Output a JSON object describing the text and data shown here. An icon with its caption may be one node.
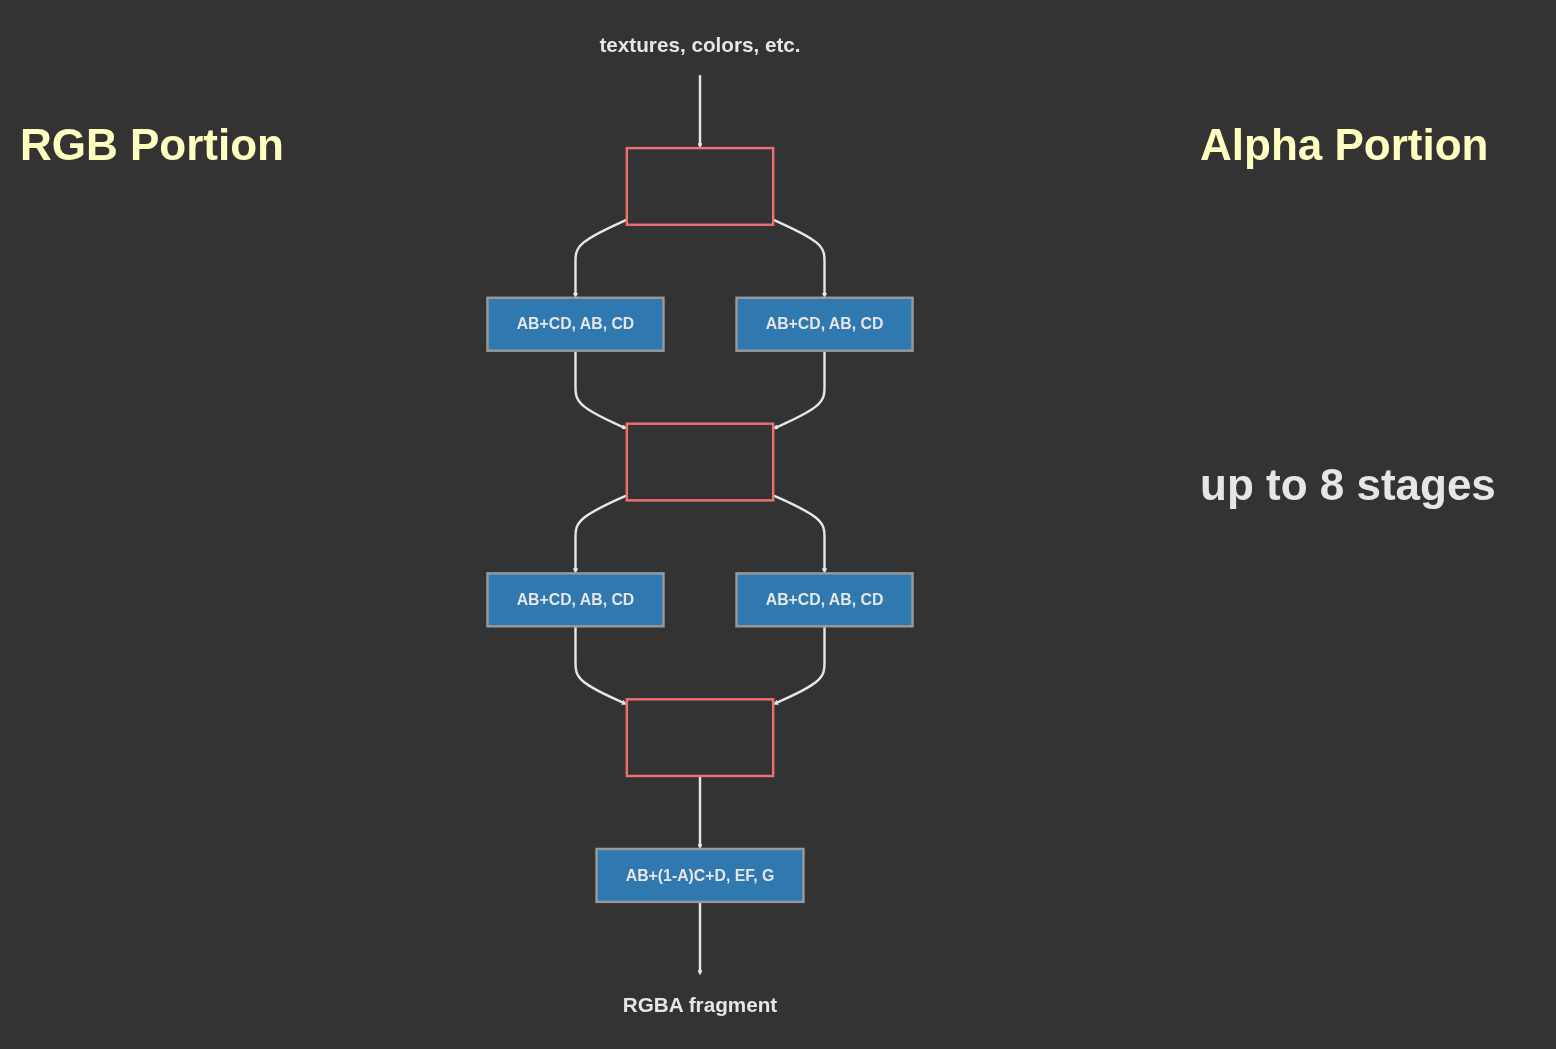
{
  "diagram": {
    "nodes": [
      {
        "text": [
          "textures, colors, etc."
        ]
      },
      {
        "text": [],
        "shape": "box"
      },
      {
        "text": [
          "AB+CD, AB, CD"
        ]
      },
      {
        "text": [
          "AB+CD, AB, CD"
        ]
      },
      {
        "text": [],
        "shape": "box"
      },
      {
        "text": [
          "AB+CD, AB, CD"
        ]
      },
      {
        "text": [
          "AB+CD, AB, CD"
        ]
      },
      {
        "text": [],
        "shape": "box"
      },
      {
        "text": [
          "AB+(1-A)C+D, EF, G"
        ]
      },
      {
        "text": [
          "RGBA fragment"
        ]
      }
    ],
    "edges": [
      {
        "from": 0,
        "to": 1,
        "arrow": "to"
      },
      {
        "from": 1,
        "to": 2,
        "arrow": "to"
      },
      {
        "from": 1,
        "to": 3,
        "arrow": "to"
      },
      {
        "from": 2,
        "to": 4,
        "arrow": "to"
      },
      {
        "from": 3,
        "to": 4,
        "arrow": "to"
      },
      {
        "from": 4,
        "to": 5,
        "arrow": "to"
      },
      {
        "from": 4,
        "to": 6,
        "arrow": "to"
      },
      {
        "from": 5,
        "to": 7,
        "arrow": "to"
      },
      {
        "from": 6,
        "to": 7,
        "arrow": "to"
      },
      {
        "from": 7,
        "to": 8,
        "arrow": "to"
      },
      {
        "from": 8,
        "to": 9,
        "arrow": "to"
      }
    ],
    "labels": [
      "RGB Portion",
      "Alpha Portion",
      "up to 8 stages"
    ]
  }
}
